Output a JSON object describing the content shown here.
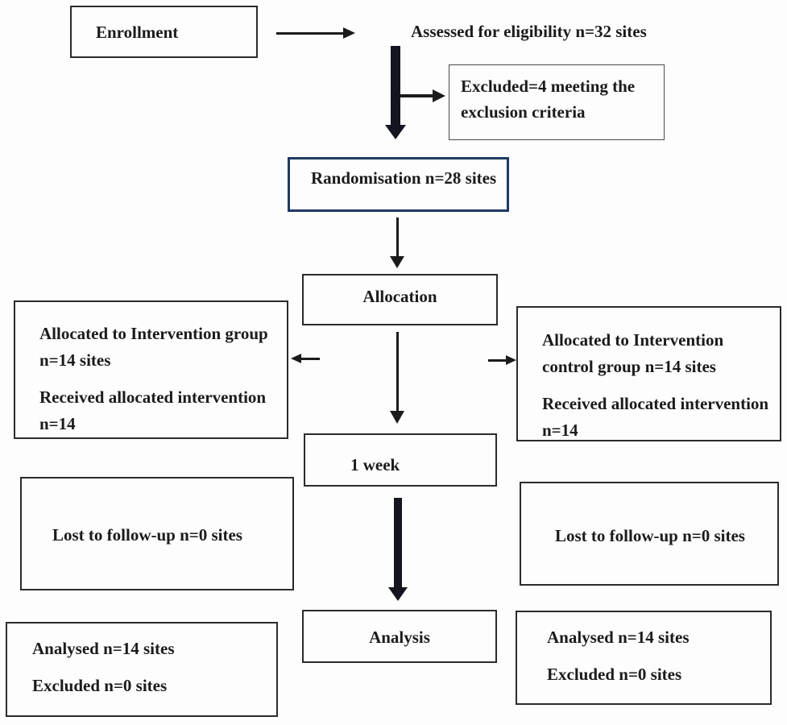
{
  "diagram_title": "CONSORT trial flow diagram",
  "colors": {
    "box_border": "#2b2b2b",
    "randomisation_border": "#1f3a63",
    "arrow": "#1b1b1b",
    "text": "#1b1b1b",
    "background": "#fdfdfd"
  },
  "boxes": {
    "enrollment": {
      "label": "Enrollment"
    },
    "assessed": {
      "label": "Assessed for eligibility n=32 sites"
    },
    "excluded": {
      "text": "Excluded=4 meeting the\nexclusion criteria"
    },
    "randomisation": {
      "label": "Randomisation n=28 sites"
    },
    "allocation": {
      "label": "Allocation"
    },
    "allocated_intervention": {
      "p1": "Allocated to Intervention group\nn=14 sites",
      "p2": "Received allocated intervention\nn=14"
    },
    "allocated_control": {
      "p1": "Allocated to Intervention\ncontrol group n=14 sites",
      "p2": "Received allocated intervention\nn=14"
    },
    "one_week": {
      "label": "1 week"
    },
    "lost_followup_left": {
      "label": "Lost to follow-up n=0 sites"
    },
    "lost_followup_right": {
      "label": "Lost to follow-up n=0 sites"
    },
    "analysis": {
      "label": "Analysis"
    },
    "analysed_left": {
      "p1": "Analysed n=14 sites",
      "p2": "Excluded n=0 sites"
    },
    "analysed_right": {
      "p1": "Analysed n=14 sites",
      "p2": "Excluded n=0 sites"
    }
  }
}
